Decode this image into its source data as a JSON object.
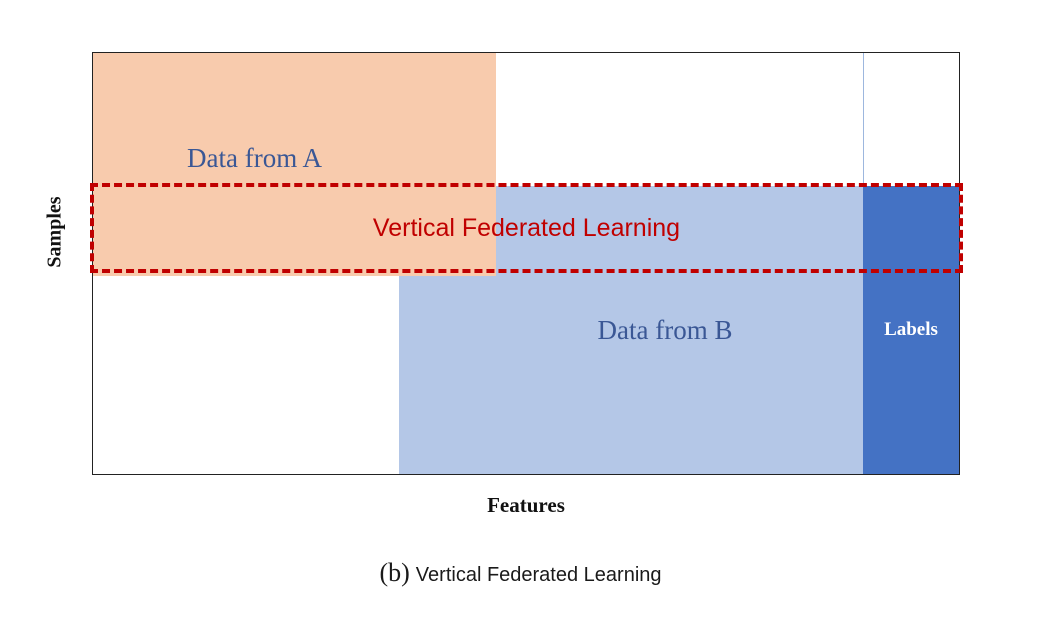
{
  "figure": {
    "axis": {
      "y_label": "Samples",
      "x_label": "Features"
    },
    "regions": {
      "data_a": "Data from A",
      "data_b": "Data from B",
      "labels": "Labels",
      "vfl": "Vertical Federated Learning"
    },
    "caption": {
      "index": "(b)",
      "text": "Vertical Federated Learning"
    },
    "colors": {
      "data_a_fill": "#F8CBAD",
      "data_b_fill": "#B4C7E7",
      "labels_fill": "#4472C4",
      "vfl_border": "#C00000",
      "vfl_text": "#C00000",
      "region_label_text": "#3A5795",
      "labels_text": "#FFFFFF",
      "plot_border": "#222222"
    }
  }
}
